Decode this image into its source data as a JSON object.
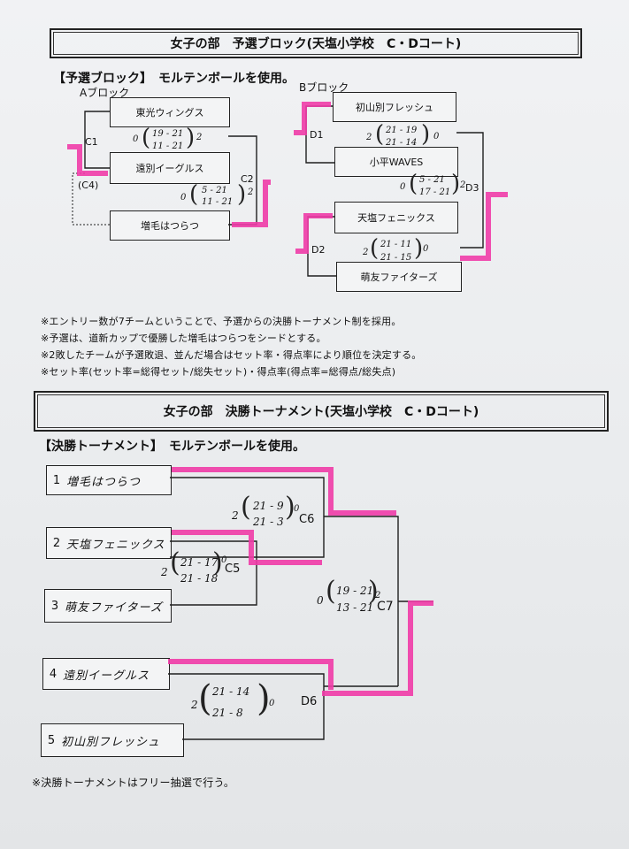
{
  "prelim": {
    "banner": "女子の部　予選ブロック(天塩小学校　C・Dコート)",
    "header": "【予選ブロック】　モルテンボールを使用。",
    "blockA": {
      "title": "Aブロック",
      "teams": [
        "東光ウィングス",
        "遠別イーグルス",
        "増毛はつらつ"
      ],
      "matches": [
        {
          "code": "C1",
          "left": "0",
          "right": "2",
          "sets": [
            "19 - 21",
            "11 - 21"
          ]
        },
        {
          "code": "C2",
          "left": "0",
          "right": "2",
          "sets": [
            "5 - 21",
            "11 - 21"
          ]
        }
      ],
      "c4": "(C4)"
    },
    "blockB": {
      "title": "Bブロック",
      "teams": [
        "初山別フレッシュ",
        "小平WAVES",
        "天塩フェニックス",
        "萌友ファイターズ"
      ],
      "matches": [
        {
          "code": "D1",
          "left": "2",
          "right": "0",
          "sets": [
            "21 - 19",
            "21 - 14"
          ]
        },
        {
          "code": "D2",
          "left": "2",
          "right": "0",
          "sets": [
            "21 - 11",
            "21 - 15"
          ]
        },
        {
          "code": "D3",
          "left": "0",
          "right": "2",
          "sets": [
            "5 - 21",
            "17 - 21"
          ]
        }
      ]
    },
    "notes": [
      "※エントリー数が7チームということで、予選からの決勝トーナメント制を採用。",
      "※予選は、道新カップで優勝した増毛はつらつをシードとする。",
      "※2敗したチームが予選敗退、並んだ場合はセット率・得点率により順位を決定する。",
      "※セット率(セット率=総得セット/総失セット)・得点率(得点率=総得点/総失点)"
    ]
  },
  "final": {
    "banner": "女子の部　決勝トーナメント(天塩小学校　C・Dコート)",
    "header": "【決勝トーナメント】　モルテンボールを使用。",
    "teams": [
      {
        "seed": "1",
        "name": "増毛はつらつ"
      },
      {
        "seed": "2",
        "name": "天塩フェニックス"
      },
      {
        "seed": "3",
        "name": "萌友ファイターズ"
      },
      {
        "seed": "4",
        "name": "遠別イーグルス"
      },
      {
        "seed": "5",
        "name": "初山別フレッシュ"
      }
    ],
    "matches": [
      {
        "code": "C5",
        "left": "2",
        "right": "0",
        "sets": [
          "21 - 17",
          "21 - 18"
        ]
      },
      {
        "code": "C6",
        "left": "2",
        "right": "0",
        "sets": [
          "21 - 9",
          "21 - 3"
        ]
      },
      {
        "code": "D6",
        "left": "2",
        "right": "0",
        "sets": [
          "21 - 14",
          "21 - 8"
        ]
      },
      {
        "code": "C7",
        "left": "0",
        "right": "2",
        "sets": [
          "19 - 21",
          "13 - 21"
        ]
      }
    ],
    "footnote": "※決勝トーナメントはフリー抽選で行う。"
  },
  "colors": {
    "highlight": "#f03ca8",
    "ink": "#1a1a1a"
  }
}
